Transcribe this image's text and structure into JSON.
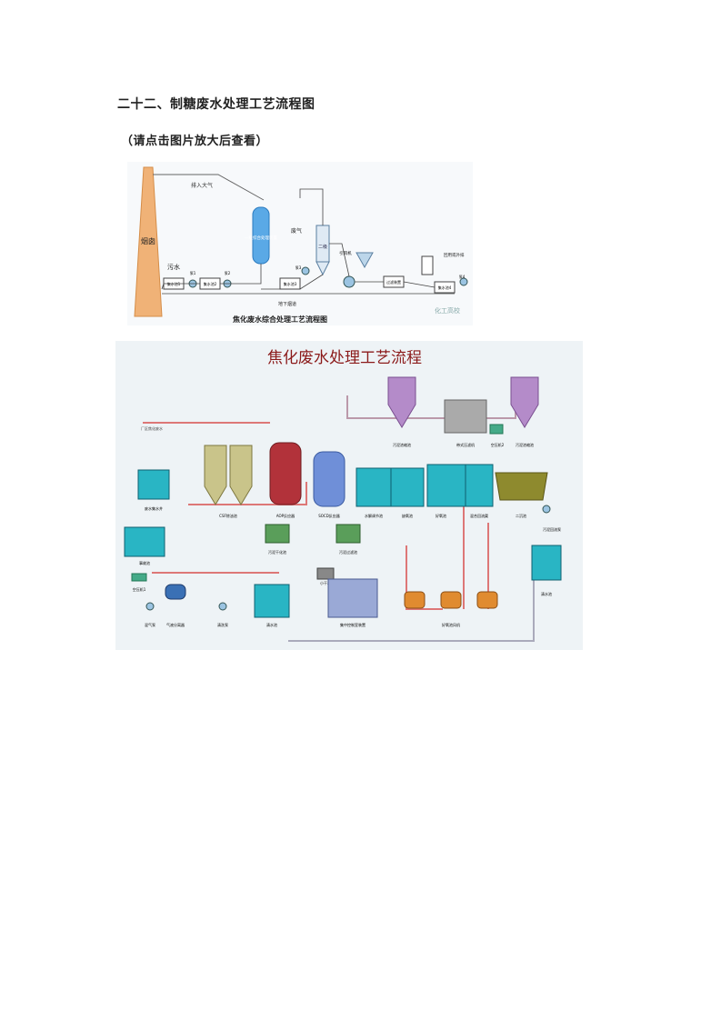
{
  "page": {
    "heading": "二十二、制糖废水处理工艺流程图",
    "note": "（请点击图片放大后查看）"
  },
  "figure1": {
    "caption": "焦化废水综合处理工艺流程图",
    "watermark": "化工高校",
    "labels": {
      "chimney": "烟囱",
      "exhaust": "排入大气",
      "sewage": "污水",
      "waste_gas": "废气",
      "tower1": "一级综合处理装置",
      "tower2": "二级",
      "tank1": "集水池1",
      "tank2": "集水池2",
      "tank3": "集水池3",
      "tank4": "集水池4",
      "pump1": "泵1",
      "pump2": "泵2",
      "pump3": "泵3",
      "pump4": "泵4",
      "fan": "引风机",
      "underground": "地下烟道",
      "filter_tank": "过滤装置",
      "reuse": "回用或外排"
    }
  },
  "figure2": {
    "title": "焦化废水处理工艺流程",
    "labels": {
      "factory_inflow": "厂区焦化废水",
      "raw_water_lift": "废水集水井",
      "accident_tank": "事故池",
      "air_compressor1": "空压机1",
      "csf_tank": "CSF除油池",
      "aop_reactor": "AOP反应器",
      "socd_reactor": "SOCD反应器",
      "sludge_dry_tank": "污泥干化池",
      "sludge_filter_tank": "污泥过滤池",
      "small_dryer": "小干机",
      "regulating_tank": "水解调节池",
      "anaerobic": "缺氧池",
      "aerobic": "好氧池",
      "mixed_reflux": "混合回流渠",
      "secondary_settling": "二沉池",
      "sludge_thicken1": "污泥浓缩池",
      "belt_filter_press": "带式压滤机",
      "air_compressor2": "空压机2",
      "sludge_thicken2": "污泥浓缩池",
      "sludge_reflux_pump": "污泥回流泵",
      "final_clear": "清水池",
      "mix_pump": "混气泵",
      "gas_separator": "气液分离器",
      "clean_pump": "清洗泵",
      "clean_tank": "清水池",
      "control_cabinet": "集中控制室装置",
      "aerobic_blower": "好氧池风机"
    }
  }
}
